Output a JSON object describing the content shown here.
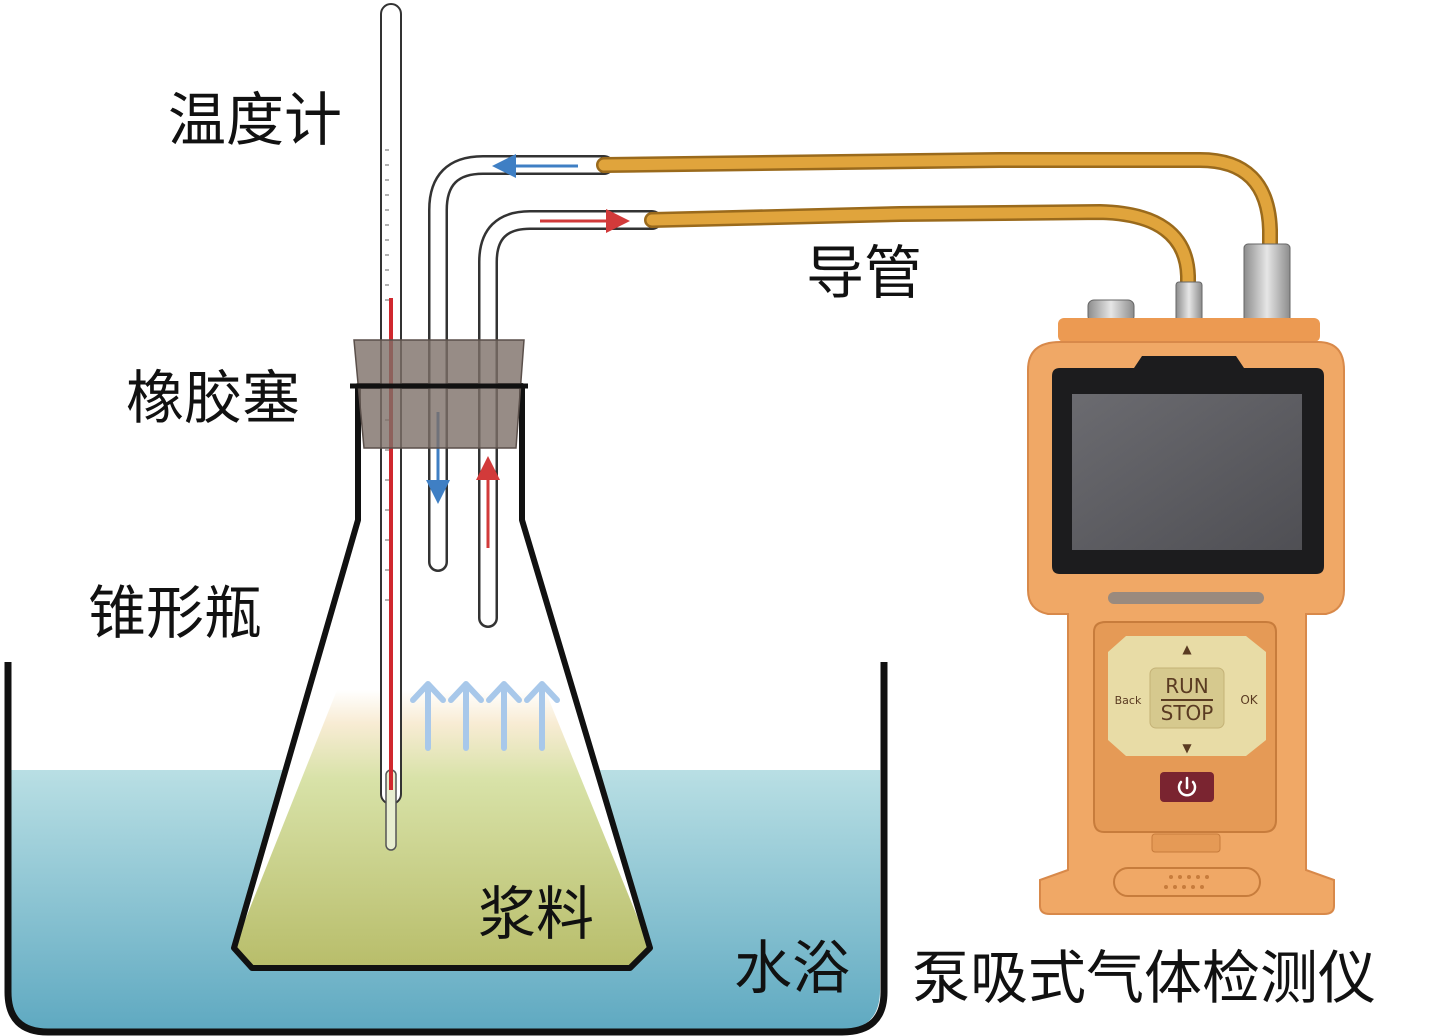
{
  "labels": {
    "thermometer": "温度计",
    "tube": "导管",
    "stopper": "橡胶塞",
    "flask": "锥形瓶",
    "slurry": "浆料",
    "water_bath": "水浴",
    "detector": "泵吸式气体检测仪"
  },
  "device": {
    "run_label": "RUN",
    "stop_label": "STOP",
    "back_label": "Back",
    "ok_label": "OK",
    "up_symbol": "▲",
    "down_symbol": "▼"
  },
  "colors": {
    "device_body": "#f0a866",
    "tube": "#e0a43c",
    "water": "#8cc6d4",
    "slurry": "#c8cf8a",
    "flow_in_arrow": "#3f7fc4",
    "flow_out_arrow": "#d23a3a",
    "vapor_arrow": "#a8c8ea",
    "stopper": "#7d6f68",
    "screen": "#5a5a5e",
    "power_button": "#7a2430"
  },
  "icons": {
    "power": "power-icon",
    "flow_in": "arrow-left-icon",
    "flow_out": "arrow-right-icon",
    "vapor": "arrow-up-icon"
  }
}
